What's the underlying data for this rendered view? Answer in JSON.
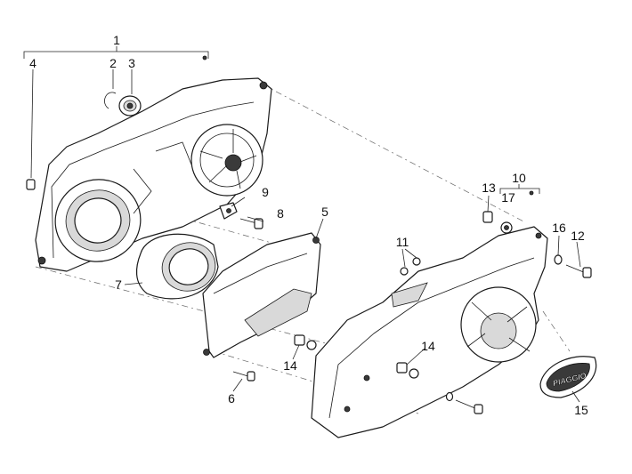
{
  "callouts": {
    "c1": "1",
    "c2": "2",
    "c3": "3",
    "c4": "4",
    "c5": "5",
    "c6": "6",
    "c7": "7",
    "c8": "8",
    "c9": "9",
    "c10": "10",
    "c11": "11",
    "c12": "12",
    "c13": "13",
    "c14a": "14",
    "c14b": "14",
    "c15": "15",
    "c16": "16",
    "c17": "17"
  },
  "badge": {
    "logo_text": "PIAGGIO"
  },
  "colors": {
    "line": "#1a1a1a",
    "shade": "#d9d9d9",
    "dark": "#3a3a3a",
    "background": "#ffffff"
  }
}
